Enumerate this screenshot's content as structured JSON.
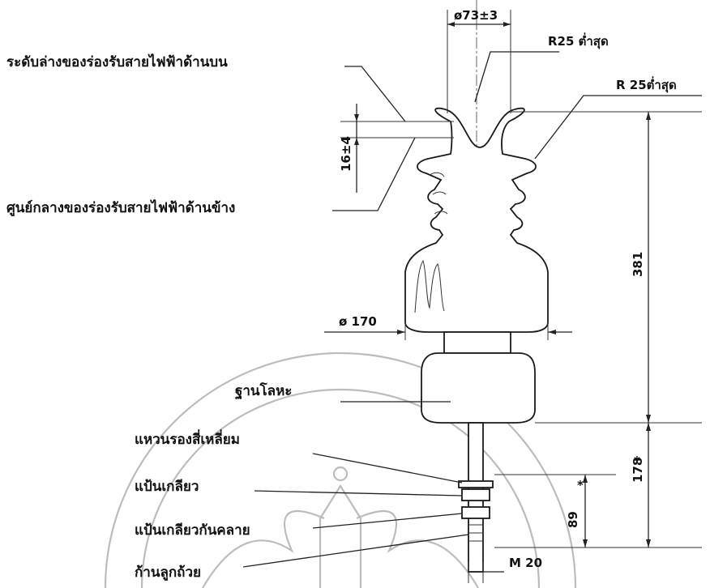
{
  "dimensions": {
    "top_groove_diameter": "ø73±3",
    "top_radius": "R25 ต่ำสุด",
    "side_radius": "R 25ต่ำสุด",
    "groove_offset": "16±4",
    "total_height": "381",
    "skirt_diameter": "ø 170",
    "pin_length": "178",
    "pin_asterisk": "*",
    "thread_length": "89",
    "thread_asterisk": "*",
    "thread_size": "M 20"
  },
  "labels": {
    "top_groove_level": "ระดับล่างของร่องรับสายไฟฟ้าด้านบน",
    "side_groove_center": "ศูนย์กลางของร่องรับสายไฟฟ้าด้านข้าง",
    "metal_base": "ฐานโลหะ",
    "square_washer": "แหวนรองสี่เหลี่ยม",
    "nut": "แป้นเกลียว",
    "lock_nut": "แป้นเกลียวกันคลาย",
    "pin_stem": "ก้านลูกถ้วย"
  }
}
